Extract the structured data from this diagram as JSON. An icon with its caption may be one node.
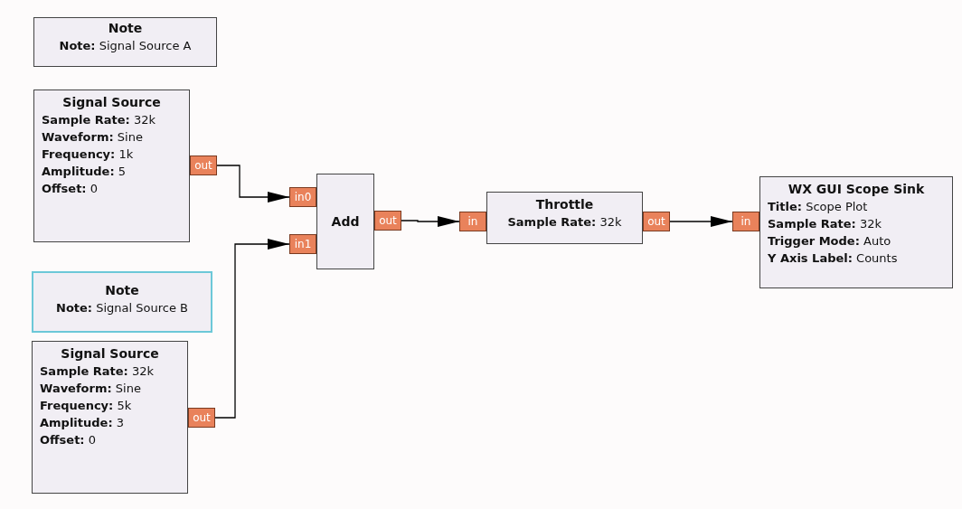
{
  "diagram": {
    "nodes": [
      {
        "text": [
          "Note",
          "**Note:** Signal Source A"
        ]
      },
      {
        "text": [
          "Signal Source",
          "**Sample Rate:** 32k",
          "**Waveform:** Sine",
          "**Frequency:** 1k",
          "**Amplitude:** 5",
          "**Offset:** 0"
        ]
      },
      {
        "text": [
          "out"
        ]
      },
      {
        "text": [
          "Note",
          "**Note:** Signal Source B"
        ]
      },
      {
        "text": [
          "Signal Source",
          "**Sample Rate:** 32k",
          "**Waveform:** Sine",
          "**Frequency:** 5k",
          "**Amplitude:** 3",
          "**Offset:** 0"
        ]
      },
      {
        "text": [
          "out"
        ]
      },
      {
        "text": [
          "in0"
        ]
      },
      {
        "text": [
          "in1"
        ]
      },
      {
        "text": [
          "Add"
        ]
      },
      {
        "text": [
          "out"
        ]
      },
      {
        "text": [
          "in"
        ]
      },
      {
        "text": [
          "Throttle",
          "**Sample Rate:** 32k"
        ]
      },
      {
        "text": [
          "out"
        ]
      },
      {
        "text": [
          "in"
        ]
      },
      {
        "text": [
          "WX GUI Scope Sink",
          "**Title:** Scope Plot",
          "**Sample Rate:** 32k",
          "**Trigger Mode:** Auto",
          "**Y Axis Label:** Counts"
        ]
      }
    ],
    "edges": [
      {
        "from": 2,
        "to": 6,
        "arrow": "to"
      },
      {
        "from": 5,
        "to": 7,
        "arrow": "to"
      },
      {
        "from": 9,
        "to": 10,
        "arrow": "to"
      },
      {
        "from": 12,
        "to": 13,
        "arrow": "to"
      }
    ]
  }
}
